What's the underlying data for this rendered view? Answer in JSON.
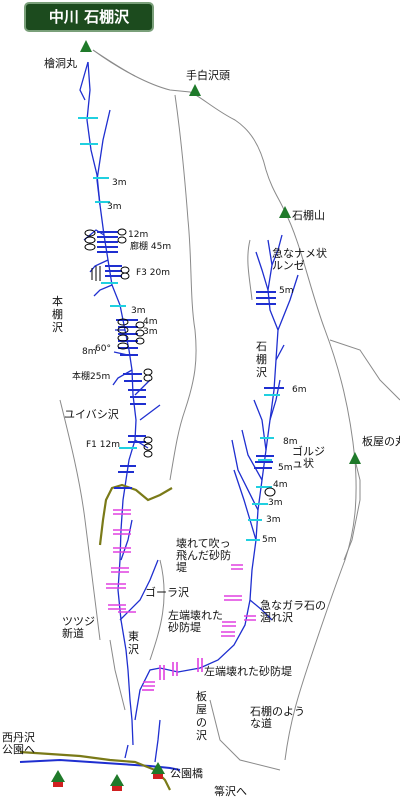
{
  "title": "中川 石棚沢",
  "peaks": {
    "hinokihoramaru": "檜洞丸",
    "teshirosawa_atama": "手白沢頭",
    "ishidanayama": "石棚山",
    "itayanomaru": "板屋の丸"
  },
  "streams": {
    "hontana_sawa": "本棚沢",
    "ishidana_sawa": "石棚沢",
    "higashi_sawa": "東沢",
    "itaya_no_sawa": "板屋の沢",
    "yuibashi_sawa": "ユイバシ沢",
    "gora_sawa": "ゴーラ沢"
  },
  "features": {
    "rozoko": "廊棚 45m",
    "f3": "F3 20m",
    "m8": "8m",
    "m60": "60°",
    "hontana25": "本棚25m",
    "f1": "F1 12m",
    "m12": "12m",
    "m4": "4m",
    "m3a": "3m",
    "m3b": "3m",
    "m3c": "3m",
    "m3d": "3m",
    "m3e": "3m",
    "m3f": "3m",
    "m5a": "5m",
    "m5b": "5m",
    "m5c": "5m",
    "m6": "6m",
    "m8b": "8m",
    "m4b": "4m",
    "kyuna_name": "急なナメ状ルンゼ",
    "goruju": "ゴルジュ状",
    "kowarete": "壊れて吹っ飛んだ砂防堤",
    "sabo_left": "左端壊れた砂防堤",
    "sabo_left2": "左端壊れた砂防堤",
    "kyuna_gara": "急なガラ石の涸れ沢",
    "ishidana_like": "石棚のような道",
    "tsutsuji": "ツツジ新道",
    "nishitanzawa": "西丹沢公園へ",
    "koenbashi": "公園橋",
    "yuzawa": "箒沢へ"
  },
  "colors": {
    "title_bg": "#1c4b1e",
    "title_text": "#ffffff",
    "stream": "#1f2fd0",
    "waterfall_cyan": "#20d0e0",
    "dam_magenta": "#e040e0",
    "trail_olive": "#7a7a18",
    "peak_green": "#1f7a2a",
    "ridge_gray": "#8a8a8a"
  }
}
